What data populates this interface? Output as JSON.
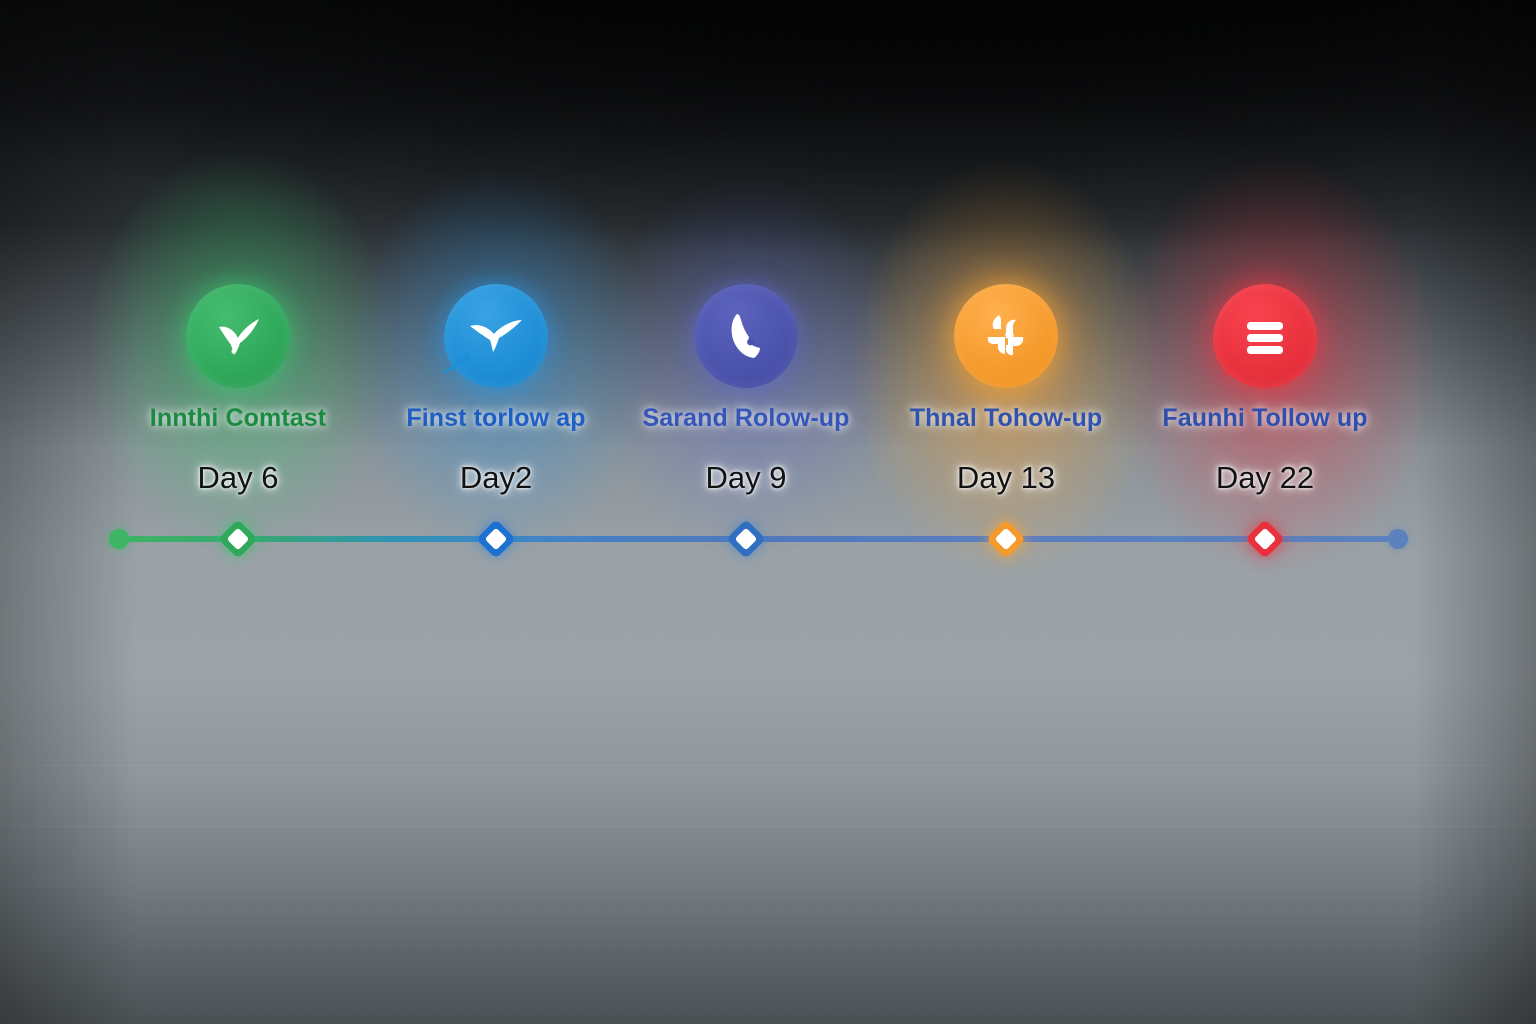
{
  "diagram": {
    "type": "horizontal-timeline",
    "title": "",
    "node_count": 5,
    "track": {
      "start_cap_color": "#3db563",
      "end_cap_color": "#5b82bd",
      "line_colors": [
        "#3db563",
        "#2f8fcf",
        "#5b78c4",
        "#5b7fc0",
        "#5b82bd"
      ]
    },
    "nodes": [
      {
        "label": "Innthi Comtast",
        "day": "Day 6",
        "color": "#2fa85a",
        "label_color": "#1b8a42",
        "icon": "dove-check-icon",
        "icon_shape": "circle",
        "marker": "diamond"
      },
      {
        "label": "Finst torlow ap",
        "day": "Day2",
        "color": "#1e8ed6",
        "label_color": "#1f5fc4",
        "icon": "speech-bubble-bird-icon",
        "icon_shape": "bubble",
        "marker": "diamond"
      },
      {
        "label": "Sarand Rolow-up",
        "day": "Day 9",
        "color": "#4a52ab",
        "label_color": "#3555b8",
        "icon": "phone-handset-icon",
        "icon_shape": "circle",
        "marker": "diamond"
      },
      {
        "label": "Thnal Tohow-up",
        "day": "Day 13",
        "color": "#f59a2b",
        "label_color": "#2f53ae",
        "icon": "swirl-glyph-icon",
        "icon_shape": "circle",
        "marker": "diamond"
      },
      {
        "label": "Faunhi Tollow up",
        "day": "Day 22",
        "color": "#e8313c",
        "label_color": "#2f4fae",
        "icon": "chat-lines-bubble-icon",
        "icon_shape": "bubble",
        "marker": "diamond"
      }
    ]
  }
}
